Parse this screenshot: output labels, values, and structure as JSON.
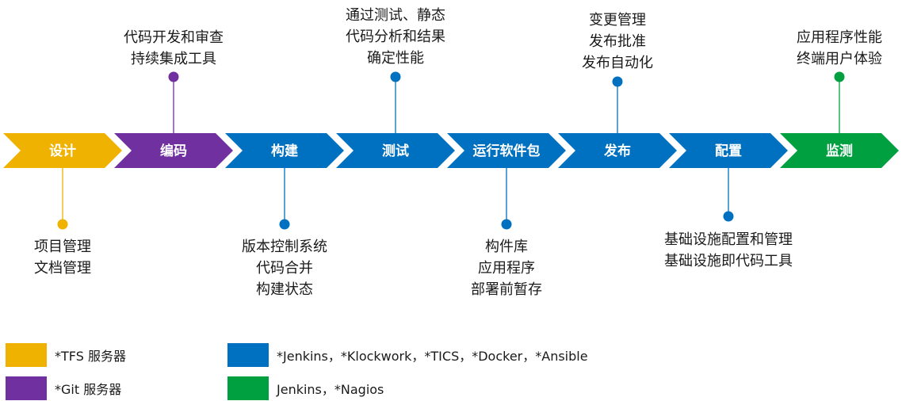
{
  "colors": {
    "design": "#EFB200",
    "code": "#7030A0",
    "pipeline": "#0070C0",
    "monitor": "#00A040",
    "line": "#5b9bd5"
  },
  "stages": [
    {
      "label": "设计",
      "color": "#EFB200"
    },
    {
      "label": "编码",
      "color": "#7030A0"
    },
    {
      "label": "构建",
      "color": "#0070C0"
    },
    {
      "label": "测试",
      "color": "#0070C0"
    },
    {
      "label": "运行软件包",
      "color": "#0070C0"
    },
    {
      "label": "发布",
      "color": "#0070C0"
    },
    {
      "label": "配置",
      "color": "#0070C0"
    },
    {
      "label": "监测",
      "color": "#00A040"
    }
  ],
  "annotations_top": [
    {
      "stage": 1,
      "lines": [
        "代码开发和审查",
        "持续集成工具"
      ]
    },
    {
      "stage": 3,
      "lines": [
        "通过测试、静态",
        "代码分析和结果",
        "确定性能"
      ]
    },
    {
      "stage": 5,
      "lines": [
        "变更管理",
        "发布批准",
        "发布自动化"
      ]
    },
    {
      "stage": 7,
      "lines": [
        "应用程序性能",
        "终端用户体验"
      ]
    }
  ],
  "annotations_bottom": [
    {
      "stage": 0,
      "lines": [
        "项目管理",
        "文档管理"
      ]
    },
    {
      "stage": 2,
      "lines": [
        "版本控制系统",
        "代码合并",
        "构建状态"
      ]
    },
    {
      "stage": 4,
      "lines": [
        "构件库",
        "应用程序",
        "部署前暂存"
      ]
    },
    {
      "stage": 6,
      "lines": [
        "基础设施配置和管理",
        "基础设施即代码工具"
      ]
    }
  ],
  "legend": [
    {
      "color": "#EFB200",
      "text": "*TFS 服务器"
    },
    {
      "color": "#7030A0",
      "text": "*Git 服务器"
    },
    {
      "color": "#0070C0",
      "text": "*Jenkins，*Klockwork，*TICS，*Docker，*Ansible"
    },
    {
      "color": "#00A040",
      "text": "Jenkins，*Nagios"
    }
  ]
}
